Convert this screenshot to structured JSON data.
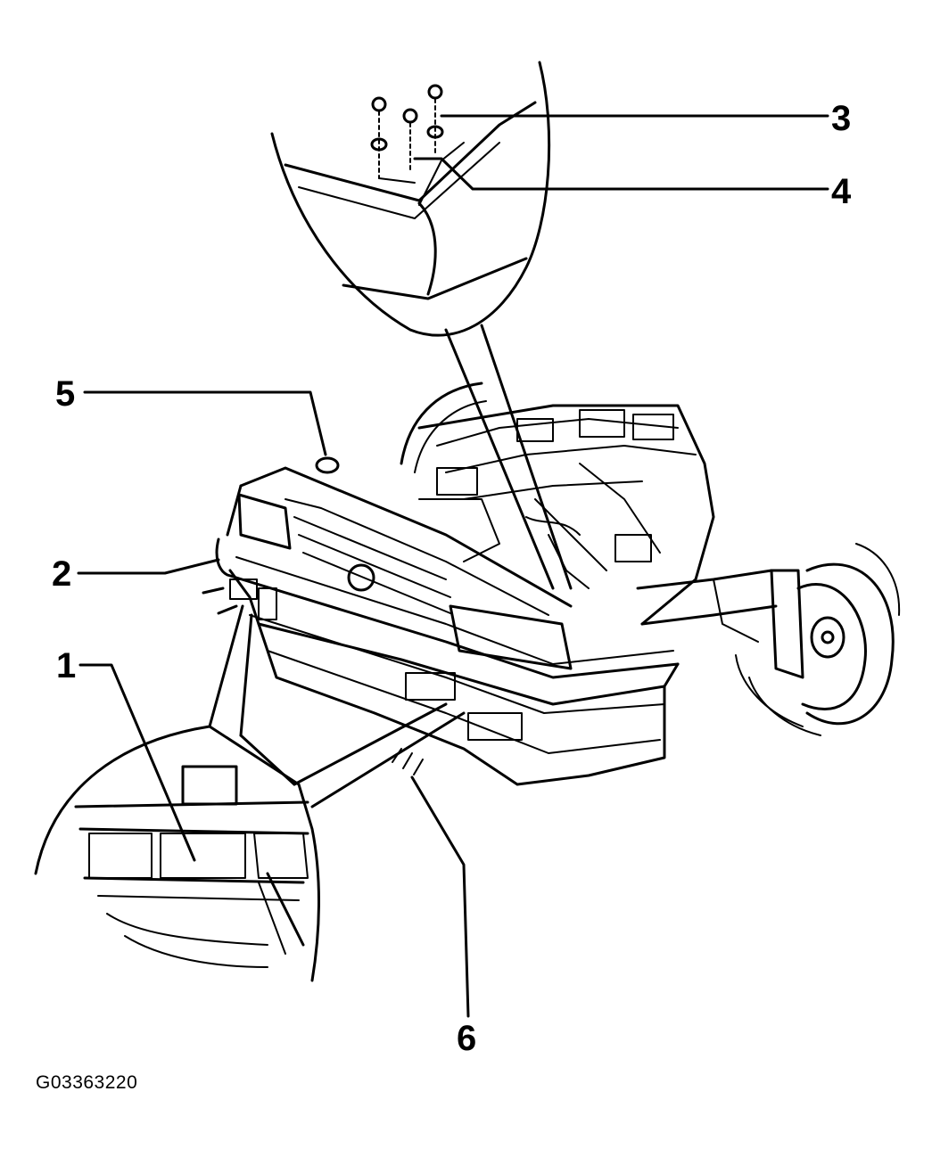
{
  "callouts": [
    "1",
    "2",
    "3",
    "4",
    "5",
    "6"
  ],
  "figure_code": "G03363220",
  "colors": {
    "ink": "#000000",
    "paper": "#ffffff"
  }
}
